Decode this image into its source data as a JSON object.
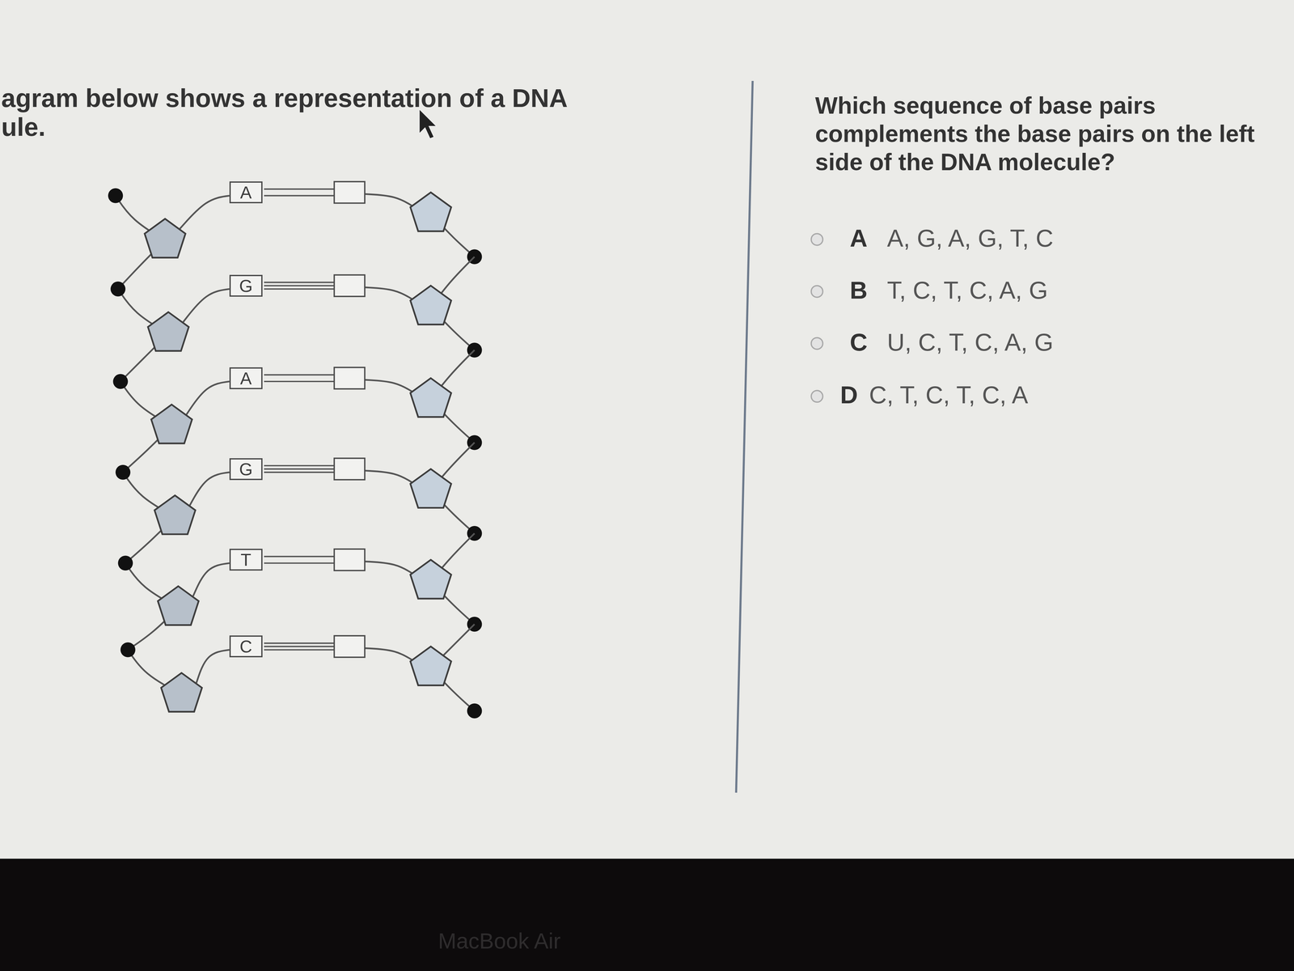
{
  "diagram": {
    "nodes": [
      {
        "text": [
          "A"
        ]
      },
      {
        "text": [
          "G"
        ]
      },
      {
        "text": [
          "A"
        ]
      },
      {
        "text": [
          "G"
        ]
      },
      {
        "text": [
          "T"
        ]
      },
      {
        "text": [
          "C"
        ]
      }
    ],
    "labels": [
      "agram below shows a representation of a DNA",
      "ule.",
      "Which sequence of base pairs complements the base pairs on the left side of the DNA molecule?",
      "A",
      "A, G, A, G, T, C",
      "B",
      "T, C, T, C, A, G",
      "C",
      "U, C, T, C, A, G",
      "D",
      "C, T, C, T, C, A",
      "MacBook Air"
    ]
  }
}
